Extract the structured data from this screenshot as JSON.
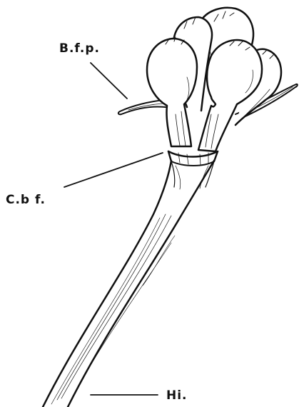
{
  "labels": {
    "bfp": "B.f.p.",
    "cbf": "C.b f.",
    "hi": "Hi."
  },
  "colors": {
    "ink": "#111111",
    "paper": "#ffffff"
  }
}
